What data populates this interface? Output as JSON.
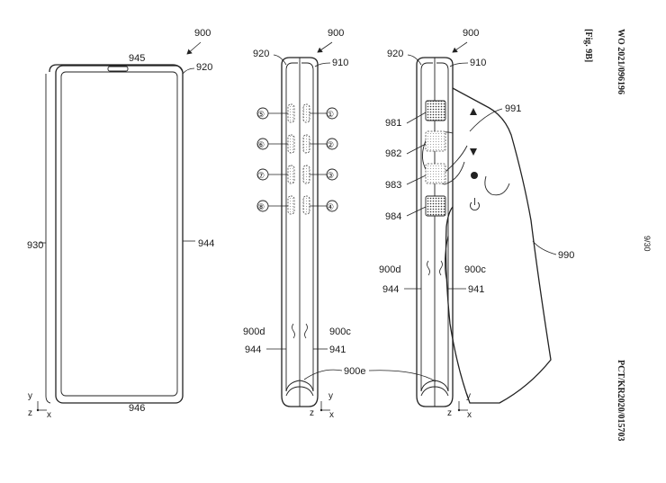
{
  "header": {
    "publication": "WO 2021/096196",
    "figure": "[Fig. 9B]",
    "page": "9/30",
    "application": "PCT/KR2020/015703"
  },
  "views": {
    "left": {
      "title": "900",
      "top_label": "945",
      "corner_label": "920",
      "left_label": "930",
      "right_label": "944",
      "bottom_label": "946",
      "axes": {
        "y": "y",
        "z": "z",
        "x": "x"
      }
    },
    "middle": {
      "title": "900",
      "left_label": "920",
      "right_label": "910",
      "keys": [
        "⑤",
        "①",
        "⑥",
        "②",
        "⑦",
        "③",
        "⑧",
        "④"
      ],
      "label_900d": "900d",
      "label_900c": "900c",
      "label_944": "944",
      "label_941": "941",
      "label_900e": "900e",
      "axes": {
        "y": "y",
        "z": "z",
        "x": "x"
      }
    },
    "right": {
      "title": "900",
      "left_label": "920",
      "right_label": "910",
      "label_991": "991",
      "label_981": "981",
      "label_982": "982",
      "label_983": "983",
      "label_984": "984",
      "label_990": "990",
      "label_900d": "900d",
      "label_900c": "900c",
      "label_944": "944",
      "label_941": "941",
      "axes": {
        "y": "y",
        "z": "z",
        "x": "x"
      },
      "icons": [
        "up-triangle-icon",
        "down-triangle-icon",
        "dot-icon",
        "power-icon"
      ]
    }
  }
}
